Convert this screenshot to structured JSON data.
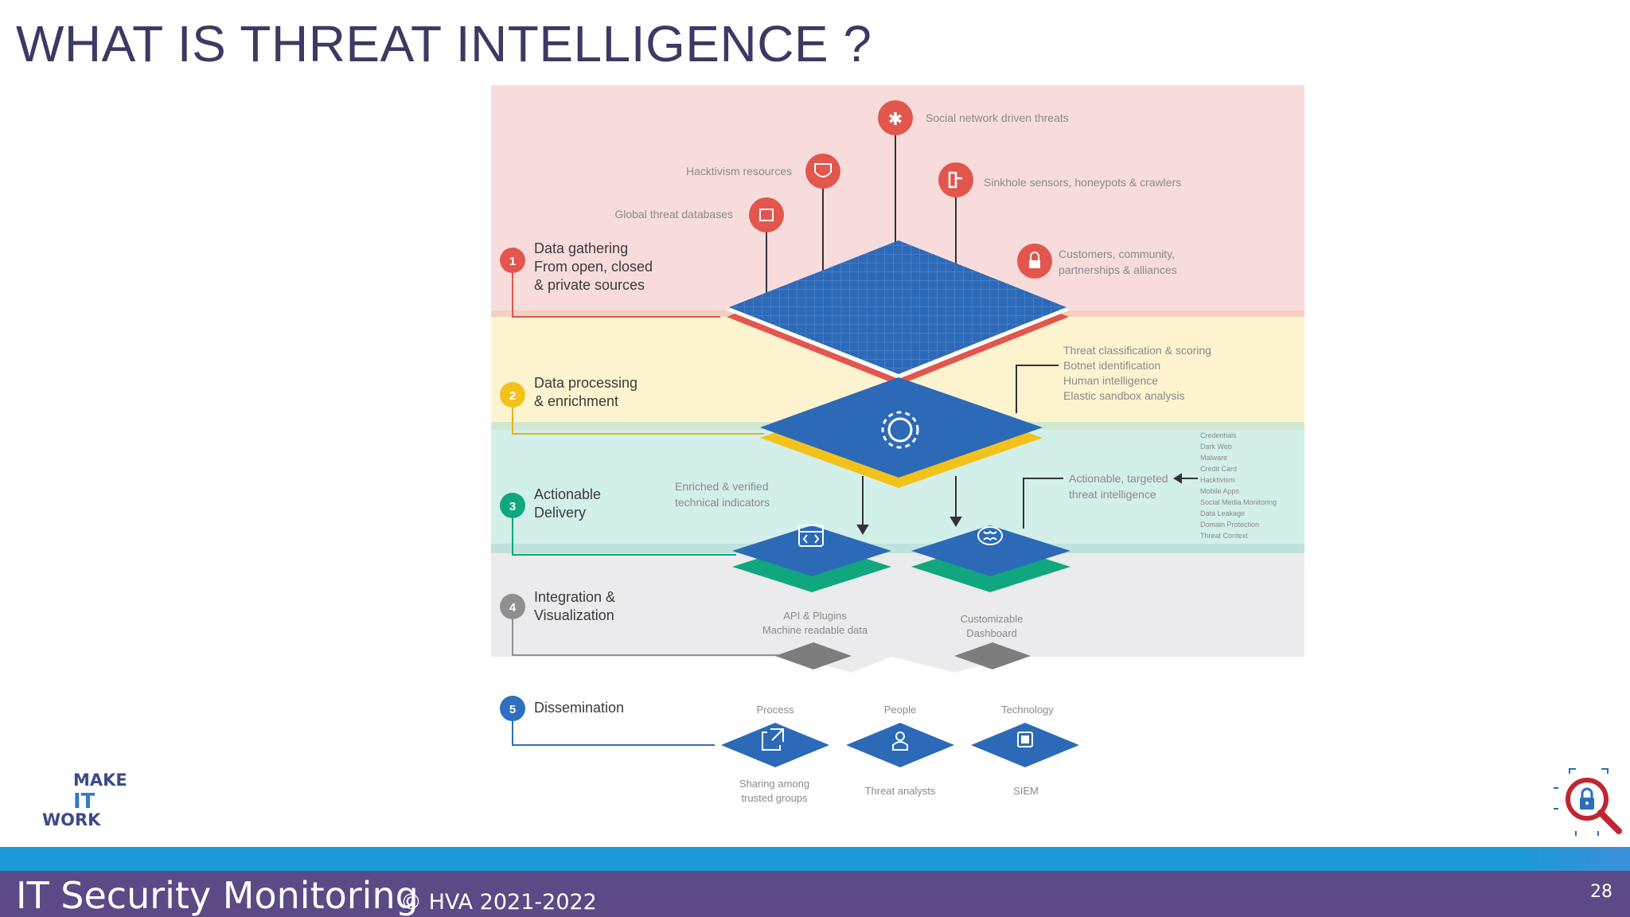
{
  "slide": {
    "title": "WHAT IS THREAT INTELLIGENCE ?",
    "page_number": "28"
  },
  "footer": {
    "title": "IT Security Monitoring",
    "copyright": "© HVA 2021-2022"
  },
  "logo": {
    "line1": "MAKE",
    "line2": "IT",
    "line3": "WORK"
  },
  "diagram": {
    "stages": [
      {
        "number": "1",
        "line1": "Data gathering",
        "line2": "From open, closed",
        "line3": "& private sources",
        "color": "#e2564d"
      },
      {
        "number": "2",
        "line1": "Data processing",
        "line2": "& enrichment",
        "color": "#f2c21b"
      },
      {
        "number": "3",
        "line1": "Actionable",
        "line2": "Delivery",
        "color": "#10a77e"
      },
      {
        "number": "4",
        "line1": "Integration &",
        "line2": "Visualization",
        "color": "#8f8f8f"
      },
      {
        "number": "5",
        "line1": "Dissemination",
        "color": "#2e6fc0"
      }
    ],
    "sources": {
      "social": "Social network driven threats",
      "hacktivism": "Hacktivism resources",
      "sinkhole": "Sinkhole sensors, honeypots & crawlers",
      "global_db": "Global threat databases",
      "customers_1": "Customers, community,",
      "customers_2": "partnerships & alliances"
    },
    "processing": {
      "line1": "Threat classification & scoring",
      "line2": "Botnet identification",
      "line3": "Human intelligence",
      "line4": "Elastic sandbox analysis"
    },
    "delivery": {
      "enriched_1": "Enriched & verified",
      "enriched_2": "technical indicators",
      "actionable_1": "Actionable, targeted",
      "actionable_2": "threat intelligence",
      "feeds": [
        "Credentials",
        "Dark Web",
        "Malware",
        "Credit Card",
        "Hacktivism",
        "Mobile Apps",
        "Social Media Monitoring",
        "Data Leakage",
        "Domain Protection",
        "Threat Context"
      ]
    },
    "integration": {
      "api_1": "API & Plugins",
      "api_2": "Machine readable data",
      "dash_1": "Customizable",
      "dash_2": "Dashboard"
    },
    "dissemination": {
      "process": "Process",
      "people": "People",
      "technology": "Technology",
      "sharing_1": "Sharing among",
      "sharing_2": "trusted groups",
      "analysts": "Threat analysts",
      "siem": "SIEM"
    }
  },
  "colors": {
    "title": "#3b3a64",
    "band_gathering": "#f8dcdc",
    "band_processing": "#fdf3cf",
    "band_delivery": "#d3efea",
    "band_integration": "#ebebed",
    "tile_blue": "#2c6ab8",
    "footer_bar": "#1a9ad8",
    "footer_bg": "#5b4a85"
  }
}
